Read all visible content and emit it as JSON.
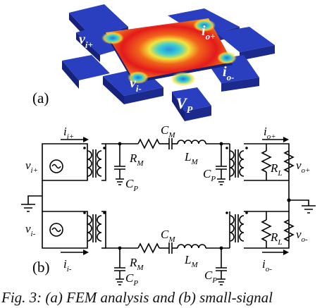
{
  "panel_a": {
    "tag": "(a)",
    "ports": {
      "vi_plus": {
        "main": "v",
        "sub": "i+"
      },
      "io_plus": {
        "main": "i",
        "sub": "o+"
      },
      "vi_minus": {
        "main": "v",
        "sub": "i-"
      },
      "io_minus": {
        "main": "i",
        "sub": "o-"
      },
      "vp": {
        "main": "V",
        "sub": "P"
      }
    }
  },
  "panel_b": {
    "tag": "(b)",
    "labels": {
      "ii_plus": {
        "main": "i",
        "sub": "i+"
      },
      "vi_plus": {
        "main": "v",
        "sub": "i+"
      },
      "vi_minus": {
        "main": "v",
        "sub": "i-"
      },
      "ii_minus": {
        "main": "i",
        "sub": "i-"
      },
      "cm_top": {
        "main": "C",
        "sub": "M"
      },
      "rm_top": {
        "main": "R",
        "sub": "M"
      },
      "lm_top": {
        "main": "L",
        "sub": "M"
      },
      "cp_tl": {
        "main": "C",
        "sub": "P"
      },
      "cp_tr": {
        "main": "C",
        "sub": "P"
      },
      "cm_bot": {
        "main": "C",
        "sub": "M"
      },
      "rm_bot": {
        "main": "R",
        "sub": "M"
      },
      "lm_bot": {
        "main": "L",
        "sub": "M"
      },
      "cp_bl": {
        "main": "C",
        "sub": "P"
      },
      "cp_br": {
        "main": "C",
        "sub": "P"
      },
      "io_plus": {
        "main": "i",
        "sub": "o+"
      },
      "vo_plus": {
        "main": "v",
        "sub": "o+"
      },
      "rl_top": {
        "main": "R",
        "sub": "L"
      },
      "rl_bot": {
        "main": "R",
        "sub": "L"
      },
      "vo_minus": {
        "main": "v",
        "sub": "o-"
      },
      "io_minus": {
        "main": "i",
        "sub": "o-"
      }
    }
  },
  "caption": "Fig. 3: (a) FEM analysis and (b) small-signal",
  "colors": {
    "port": "#1b2a8c",
    "port_top": "#2a3fbf",
    "field_hot": "#e31a1c",
    "field_cold": "#1f78d4"
  }
}
